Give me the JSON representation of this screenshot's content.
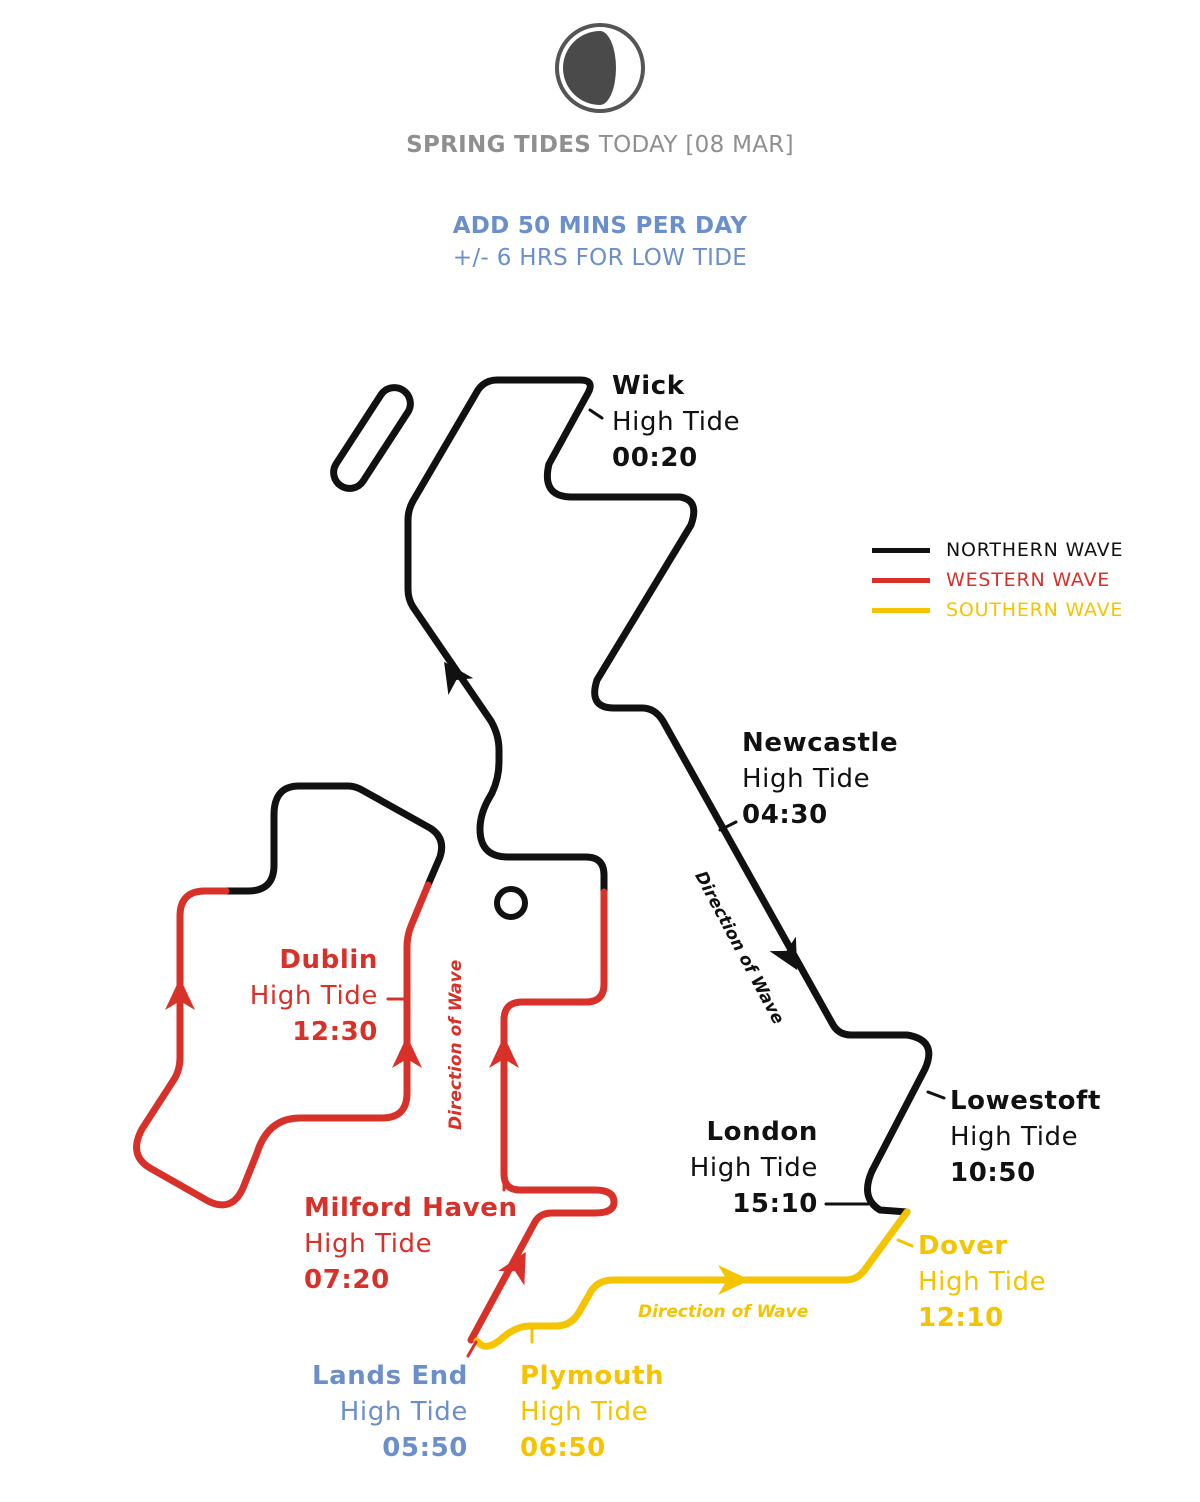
{
  "header": {
    "spring_tides": "SPRING TIDES",
    "today": "TODAY [08 MAR]",
    "add": "ADD 50 MINS PER DAY",
    "low": "+/- 6 HRS FOR LOW TIDE"
  },
  "colors": {
    "northern": "#111111",
    "western": "#d8312a",
    "southern": "#f5c400",
    "note": "#6b8fca",
    "moon_dark": "#4a4a4a",
    "moon_ring": "#555555"
  },
  "legend": [
    {
      "label": "NORTHERN WAVE",
      "color": "#111111"
    },
    {
      "label": "WESTERN WAVE",
      "color": "#d8312a"
    },
    {
      "label": "SOUTHERN WAVE",
      "color": "#f5c400"
    }
  ],
  "high_tide_label": "High Tide",
  "ports": {
    "wick": {
      "name": "Wick",
      "time": "00:20"
    },
    "newcastle": {
      "name": "Newcastle",
      "time": "04:30"
    },
    "lowestoft": {
      "name": "Lowestoft",
      "time": "10:50"
    },
    "london": {
      "name": "London",
      "time": "15:10"
    },
    "dover": {
      "name": "Dover",
      "time": "12:10"
    },
    "plymouth": {
      "name": "Plymouth",
      "time": "06:50"
    },
    "lands_end": {
      "name": "Lands End",
      "time": "05:50"
    },
    "milford_haven": {
      "name": "Milford Haven",
      "time": "07:20"
    },
    "dublin": {
      "name": "Dublin",
      "time": "12:30"
    }
  },
  "direction_label": "Direction of Wave"
}
